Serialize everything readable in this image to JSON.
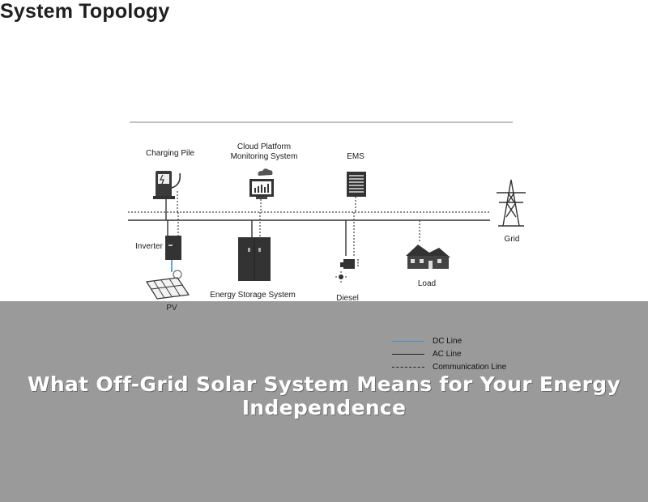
{
  "diagram": {
    "title": "System Topology",
    "nodes": {
      "charging_pile": "Charging Pile",
      "cloud_platform_line1": "Cloud Platform",
      "cloud_platform_line2": "Monitoring System",
      "ems": "EMS",
      "inverter": "Inverter",
      "pv": "PV",
      "energy_storage": "Energy Storage System",
      "diesel": "Diesel",
      "load": "Load",
      "grid": "Grid"
    },
    "legend": {
      "dc_line": "DC Line",
      "ac_line": "AC Line",
      "communication_line": "Communication Line"
    },
    "colors": {
      "dc_line": "#3b8fd6",
      "ac_line": "#222222",
      "overlay": "#848484"
    }
  },
  "headline": "What Off-Grid Solar System Means for Your Energy Independence"
}
